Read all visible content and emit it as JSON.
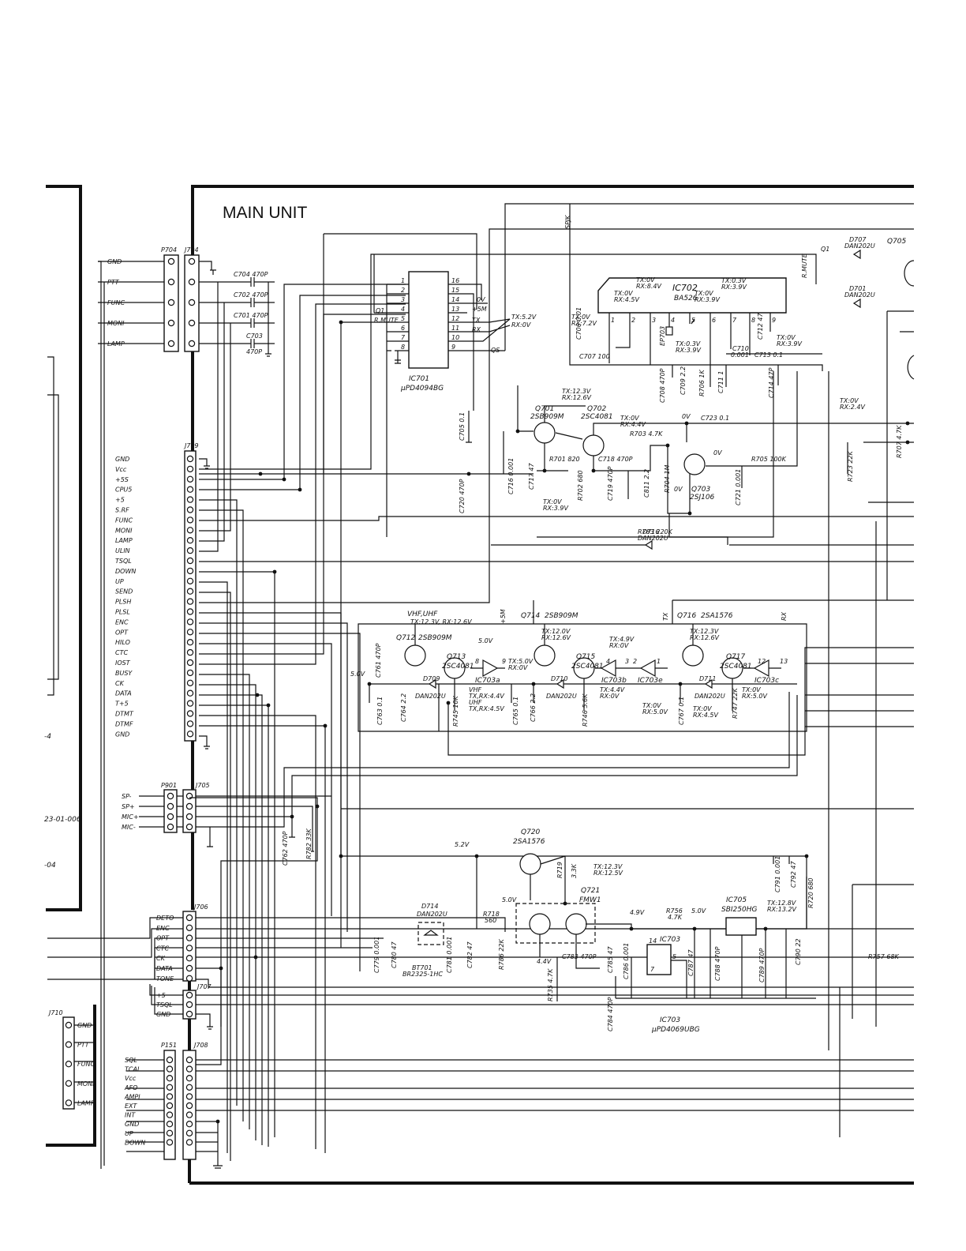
{
  "title": "MAIN UNIT",
  "left_fragments": {
    "ref": "23-01-006",
    "ref2": "-04",
    "mark": "-4"
  },
  "connectors": {
    "p704": {
      "name": "P704",
      "labels": [
        "GND",
        "PTT",
        "FUNC",
        "MONI",
        "LAMP"
      ]
    },
    "j704": {
      "name": "J704"
    },
    "j709": {
      "name": "J709",
      "labels": [
        "GND",
        "Vcc",
        "+5S",
        "CPU5",
        "+5",
        "S.RF",
        "FUNC",
        "MONI",
        "LAMP",
        "ULIN",
        "TSQL",
        "DOWN",
        "UP",
        "SEND",
        "PLSH",
        "PLSL",
        "ENC",
        "OPT",
        "HILO",
        "CTC",
        "IOST",
        "BUSY",
        "CK",
        "DATA",
        "T+5",
        "DTMT",
        "DTMF",
        "GND"
      ]
    },
    "p901": {
      "name": "P901",
      "labels": [
        "SP-",
        "SP+",
        "MIC+",
        "MIC-"
      ]
    },
    "j705": {
      "name": "J705"
    },
    "j706": {
      "name": "J706",
      "labels": [
        "DETO",
        "ENC",
        "OPT",
        "CTC",
        "CK",
        "DATA",
        "TONE"
      ]
    },
    "j707": {
      "name": "J707",
      "labels": [
        "+5",
        "TSQL",
        "GND"
      ]
    },
    "j708": {
      "name": "J708"
    },
    "p151": {
      "name": "P151",
      "labels": [
        "SQL",
        "TCAL",
        "Vcc",
        "AFO",
        "AMPI",
        "EXT",
        "INT",
        "GND",
        "UP",
        "DOWN"
      ]
    },
    "j710": {
      "name": "J710",
      "labels": [
        "GND",
        "PTT",
        "FUNC",
        "MONI",
        "LAMP"
      ]
    }
  },
  "ics": {
    "ic701": {
      "name": "IC701",
      "part": "μPD4094BG",
      "pins_left": [
        "1",
        "2",
        "3",
        "4",
        "5",
        "6",
        "7",
        "8"
      ],
      "pins_right": [
        "16",
        "15",
        "14",
        "13",
        "12",
        "11",
        "10",
        "9"
      ],
      "signals": {
        "q1": "Q1",
        "rmute": "R.MUTE",
        "tx": "TX",
        "rx": "RX",
        "qs": "QS",
        "p5m": "+5M",
        "v0": "0V",
        "txrx": "TX:5.2V",
        "rx0": "RX:0V"
      }
    },
    "ic702": {
      "name": "IC702",
      "part": "BA526",
      "pins": [
        "1",
        "2",
        "3",
        "4",
        "5",
        "6",
        "7",
        "8",
        "9"
      ],
      "volt1": "TX:0V",
      "volt2": "RX:8.4V",
      "volt3": "TX:0V",
      "volt4": "RX:4.5V",
      "volt5": "TX:0V",
      "volt6": "RX:7.2V",
      "volt7": "TX:0.3V",
      "volt8": "RX:3.9V",
      "volt9": "TX:0V",
      "volt10": "RX:3.9V",
      "volt11": "TX:0.3V",
      "volt12": "RX:3.9V",
      "volt13": "TX:0V",
      "volt14": "RX:3.9V"
    },
    "ic703": {
      "name": "IC703",
      "part": "μPD4069UBG",
      "pin14": "14",
      "pin7": "7",
      "pin5": "5",
      "gates": [
        "IC703a",
        "IC703b",
        "IC703e",
        "IC703c"
      ]
    },
    "ic705": {
      "name": "IC705",
      "part": "SBI250HG",
      "tx": "TX:12.8V",
      "rx": "RX:13.2V"
    }
  },
  "transistors": {
    "q701": {
      "name": "Q701",
      "part": "2SB909M"
    },
    "q702": {
      "name": "Q702",
      "part": "2SC4081"
    },
    "q703": {
      "name": "Q703",
      "part": "2SJ106"
    },
    "q705": {
      "name": "Q705"
    },
    "q712": {
      "name": "Q712",
      "part": "2SB909M"
    },
    "q713": {
      "name": "Q713",
      "part": "2SC4081"
    },
    "q714": {
      "name": "Q714",
      "part": "2SB909M"
    },
    "q715": {
      "name": "Q715",
      "part": "2SC4081"
    },
    "q716": {
      "name": "Q716",
      "part": "2SA1576"
    },
    "q717": {
      "name": "Q717",
      "part": "2SC4081"
    },
    "q720": {
      "name": "Q720",
      "part": "2SA1576"
    },
    "q721": {
      "name": "Q721",
      "part": "FMW1"
    }
  },
  "diodes": {
    "d701": "D701",
    "d701p": "DAN202U",
    "d707": "D707",
    "d707p": "DAN202U",
    "d709": "D709",
    "d709p": "DAN202U",
    "d710": "D710",
    "d710p": "DAN202U",
    "d711": "D711",
    "d711p": "DAN202U",
    "d714": "D714",
    "d714p": "DAN202U",
    "d716": "D716",
    "d716p": "DAN202U"
  },
  "components": {
    "c701": "C701 470P",
    "c702": "C702 470P",
    "c703": "C703",
    "c703v": "470P",
    "c704": "C704 470P",
    "c705": "C705 0.1",
    "c706": "C706 0.01",
    "c707": "C707 100",
    "c708": "C708 470P",
    "c709": "C709 2.2",
    "c710": "C710",
    "c710v": "0.001",
    "c711": "C711 1",
    "c712": "C712 47",
    "c713": "C713 0.1",
    "c714": "C714 47P",
    "c716": "C716 0.001",
    "c717": "C717 47",
    "c718": "C718 470P",
    "c719": "C719 470P",
    "c720": "C720 470P",
    "c721": "C721 0.001",
    "c723": "C723 0.1",
    "c811": "C811 2.2",
    "c761": "C761 470P",
    "c763": "C763 0.1",
    "c764": "C764 2.2",
    "c765": "C765 0.1",
    "c766": "C766 2.2",
    "c767": "C767 0.1",
    "c762": "C762 470P",
    "c779": "C779 0.001",
    "c780": "C780 47",
    "c781": "C781 0.001",
    "c782": "C782 47",
    "c783": "C783 470P",
    "c784": "C784 470P",
    "c785": "C785 47",
    "c786": "C786 0.001",
    "c787": "C787 47",
    "c788": "C788 470P",
    "c789": "C789 470P",
    "c790": "C790 22",
    "c791": "C791 0.001",
    "c792": "C792 47",
    "r701": "R701 820",
    "r702": "R702 680",
    "r703": "R703 4.7K",
    "r704": "R704 1M",
    "r705": "R705 100K",
    "r706": "R706 1K",
    "r707": "R707 4.7K",
    "r723": "R723 22K",
    "r783": "R783 220K",
    "r745": "R745 10K",
    "r746": "R746 5.6K",
    "r747": "R747 22K",
    "r782": "R782 33K",
    "r718": "R718",
    "r718v": "560",
    "r719": "R719",
    "r719v": "3.3K",
    "r720": "R720 680",
    "r735": "R735 4.7K",
    "r756": "R756",
    "r756v": "4.7K",
    "r757": "R757 68K",
    "r786": "R786 22K",
    "ep703": "EP703",
    "bt701": "BT701",
    "bt701p": "BR2325-1HC"
  },
  "voltages": {
    "v_q701a": "TX:12.3V",
    "v_q701b": "RX:12.6V",
    "v_q702a": "TX:0V",
    "v_q702b": "RX:4.4V",
    "v_q701e_a": "TX:0V",
    "v_q701e_b": "RX:3.9V",
    "v_0v1": "0V",
    "v_0v2": "0V",
    "v_0v3": "0V",
    "v_r723a": "TX:0V",
    "v_r723b": "RX:2.4V",
    "vhf_uhf": "VHF,UHF",
    "vhf_uhf_v": "TX:12.3V, RX:12.6V",
    "v_5v_a": "5.0V",
    "v_5v_b": "5.0V",
    "v_q713a": "VHF",
    "v_q713b": "TX,RX:4.4V",
    "v_q713c": "UHF",
    "v_q713d": "TX,RX:4.5V",
    "v_q714a": "TX:12.0V",
    "v_q714b": "RX:12.6V",
    "v_q715a": "TX:4.9V",
    "v_q715b": "RX:0V",
    "v_q714e_a": "TX:5.0V",
    "v_q714e_b": "RX:0V",
    "v_q715e_a": "TX:4.4V",
    "v_q715e_b": "RX:0V",
    "v_q716a": "TX:12.3V",
    "v_q716b": "RX:12.6V",
    "v_q716e_a": "TX:0V",
    "v_q716e_b": "RX:5.0V",
    "v_q717a": "TX:0V",
    "v_q717b": "RX:4.5V",
    "v_q717e_a": "TX:0V",
    "v_q717e_b": "RX:5.0V",
    "v_q720": "5.2V",
    "v_q720a": "TX:12.3V",
    "v_q720b": "RX:12.5V",
    "v_q721": "5.0V",
    "v_q721e": "4.4V",
    "v_49": "4.9V",
    "v_50": "5.0V",
    "sig_spjk": "SPJK",
    "sig_rmute": "R.MUTE",
    "sig_q1": "Q1",
    "sig_p5m": "+5M",
    "sig_tx": "TX",
    "sig_rx": "RX"
  },
  "pin_numbers": {
    "p8": "8",
    "p9": "9",
    "p4": "4",
    "p3": "3",
    "p2": "2",
    "p1": "1",
    "p12": "12",
    "p13": "13"
  }
}
